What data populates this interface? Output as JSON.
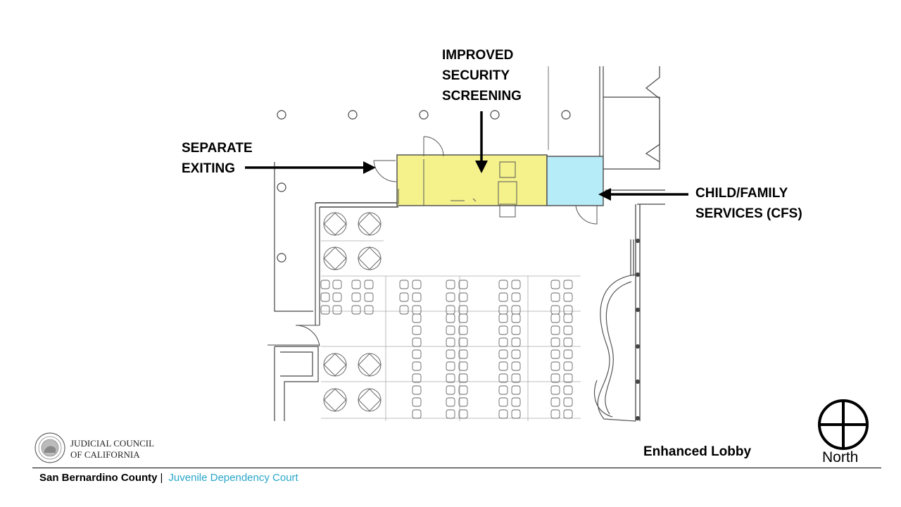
{
  "callouts": {
    "security": [
      "IMPROVED",
      "SECURITY",
      "SCREENING"
    ],
    "exiting": [
      "SEPARATE",
      "EXITING"
    ],
    "cfs": [
      "CHILD/FAMILY",
      "SERVICES (CFS)"
    ]
  },
  "slide_title": "Enhanced Lobby",
  "north_label": "North",
  "logo": {
    "line1": "JUDICIAL COUNCIL",
    "line2": "OF CALIFORNIA"
  },
  "footer": {
    "county": "San Bernardino County",
    "separator": "|",
    "court": "Juvenile Dependency Court"
  },
  "colors": {
    "security_zone": "#f5f28c",
    "cfs_zone": "#b6ecf8",
    "footer_accent": "#2aa6c9"
  }
}
